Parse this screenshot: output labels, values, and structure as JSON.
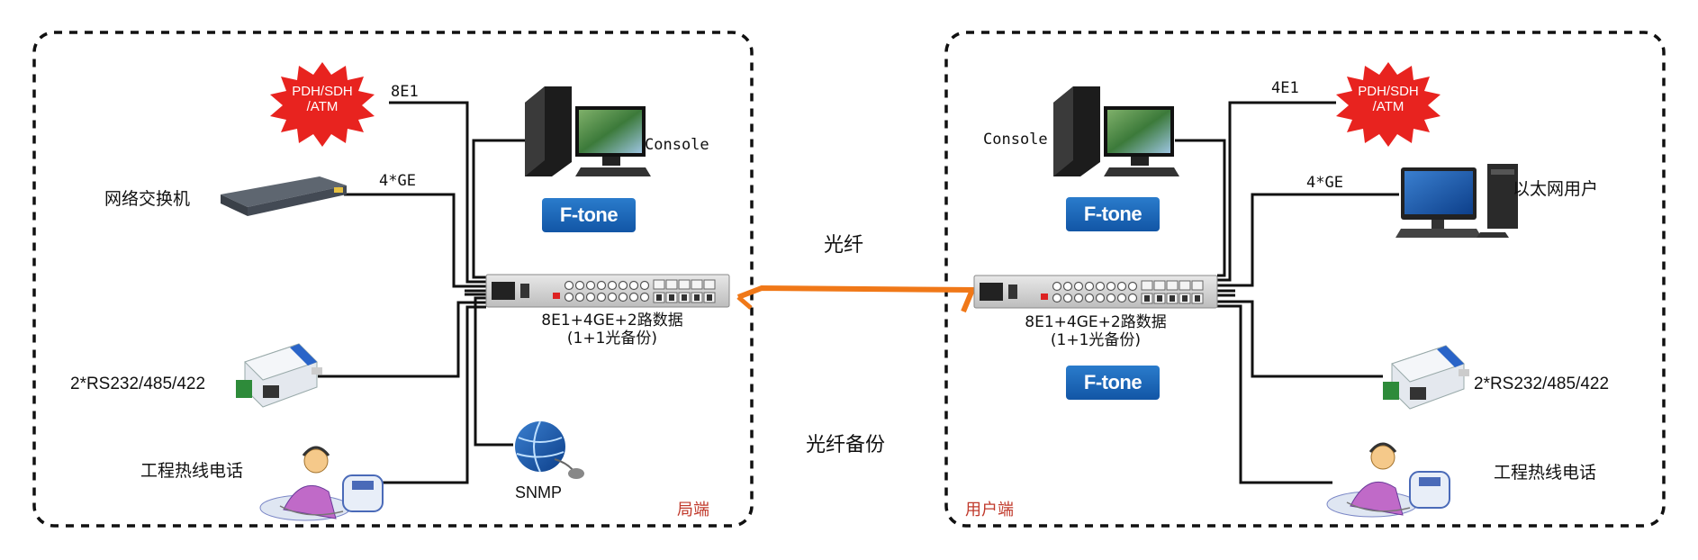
{
  "left_site": {
    "corner_label": "局端",
    "pdh_lines": [
      "PDH/SDH",
      "/ATM"
    ],
    "e1_link": "8E1",
    "ge_link": "4*GE",
    "switch_label": "网络交换机",
    "console_label": "Console",
    "brand": "F-tone",
    "device_caption_1": "8E1+4GE+2路数据",
    "device_caption_2": "(1+1光备份)",
    "serial_label": "2*RS232/485/422",
    "phone_label": "工程热线电话",
    "snmp_label": "SNMP"
  },
  "right_site": {
    "corner_label": "用户端",
    "pdh_lines": [
      "PDH/SDH",
      "/ATM"
    ],
    "e1_link": "4E1",
    "ge_link": "4*GE",
    "ethernet_user_label": "以太网用户",
    "console_label": "Console",
    "brand_top": "F-tone",
    "brand_bottom": "F-tone",
    "device_caption_1": "8E1+4GE+2路数据",
    "device_caption_2": "(1+1光备份)",
    "serial_label": "2*RS232/485/422",
    "phone_label": "工程热线电话"
  },
  "middle": {
    "fiber_label": "光纤",
    "fiber_backup_label": "光纤备份"
  },
  "colors": {
    "fiber": "#f07818",
    "pdh_burst": "#e8231f",
    "brand_blue": "#1a64b4",
    "corner_label": "#c0392b"
  }
}
